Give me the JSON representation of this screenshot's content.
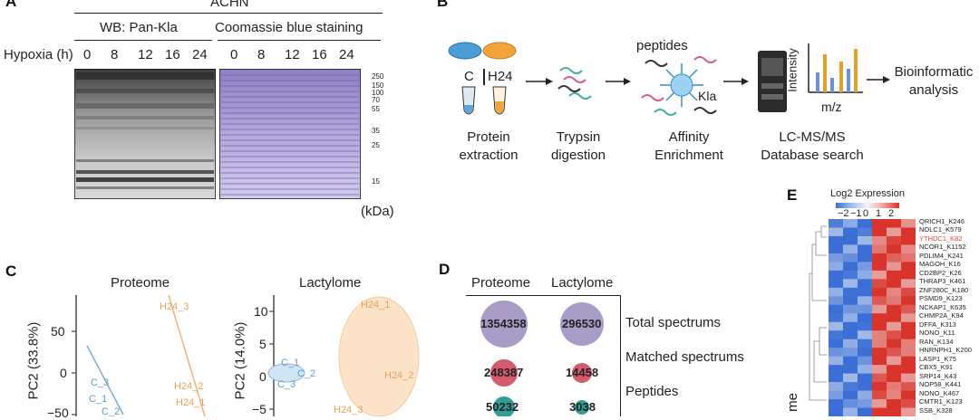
{
  "panelA": {
    "label": "A",
    "cell_line": "ACHN",
    "wb_title": "WB: Pan-Kla",
    "cbs_title": "Coomassie blue staining",
    "hypoxia_label": "Hypoxia (h)",
    "timepoints": [
      "0",
      "8",
      "12",
      "16",
      "24"
    ],
    "markers": [
      "250",
      "150",
      "100",
      "70",
      "55",
      "35",
      "25",
      "15"
    ],
    "unit": "(kDa)"
  },
  "panelB": {
    "label": "B",
    "tube_c": "C",
    "tube_h": "H24",
    "step1": "Protein extraction",
    "step2": "Trypsin digestion",
    "peptides": "peptides",
    "kla": "Kla",
    "step3": "Affinity Enrichment",
    "intensity": "Intensity",
    "mz": "m/z",
    "step4": "LC-MS/MS Database search",
    "step5": "Bioinformatic analysis"
  },
  "panelC": {
    "label": "C",
    "proteome_title": "Proteome",
    "lactylome_title": "Lactylome",
    "proteome_ylabel": "PC2 (33.8%)",
    "lactylome_ylabel": "PC2 (14.0%)",
    "proteome_ticks": [
      "50",
      "0",
      "−50"
    ],
    "lactylome_ticks": [
      "10",
      "5",
      "0",
      "−5"
    ],
    "proteome_points": [
      "H24_3",
      "C_3",
      "C_1",
      "C_2",
      "H24_2",
      "H24_1"
    ],
    "lactylome_points": [
      "H24_1",
      "C_1",
      "C_2",
      "C_3",
      "H24_2",
      "H24_3"
    ]
  },
  "panelD": {
    "label": "D",
    "col1": "Proteome",
    "col2": "Lactylome",
    "rows": [
      {
        "name": "Total spectrums",
        "v1": "1354358",
        "v2": "296530"
      },
      {
        "name": "Matched spectrums",
        "v1": "248387",
        "v2": "14458"
      },
      {
        "name": "Peptides",
        "v1": "50232",
        "v2": "3038"
      }
    ]
  },
  "panelE": {
    "label": "E",
    "legend_title": "Log2 Expression",
    "legend_ticks": [
      "−2",
      "−1",
      "0",
      "1",
      "2"
    ],
    "side_label": "me",
    "genes": [
      "QRICH1_K246",
      "NOLC1_K579",
      "YTHDC1_K82",
      "NCOR1_K1152",
      "PDLIM4_K241",
      "MAGOH_K16",
      "CD2BP2_K26",
      "THRAP3_K461",
      "ZNF280C_K180",
      "PSMD9_K123",
      "NCKAP1_K635",
      "CHMP2A_K94",
      "DFFA_K313",
      "NONO_K11",
      "RAN_K134",
      "HNRNPH1_K200",
      "LASP1_K75",
      "CBX5_K91",
      "SRP14_K43",
      "NOP58_K441",
      "NONO_K467",
      "CMTR1_K123",
      "SSB_K328"
    ],
    "highlight_color": "#e8463a"
  }
}
